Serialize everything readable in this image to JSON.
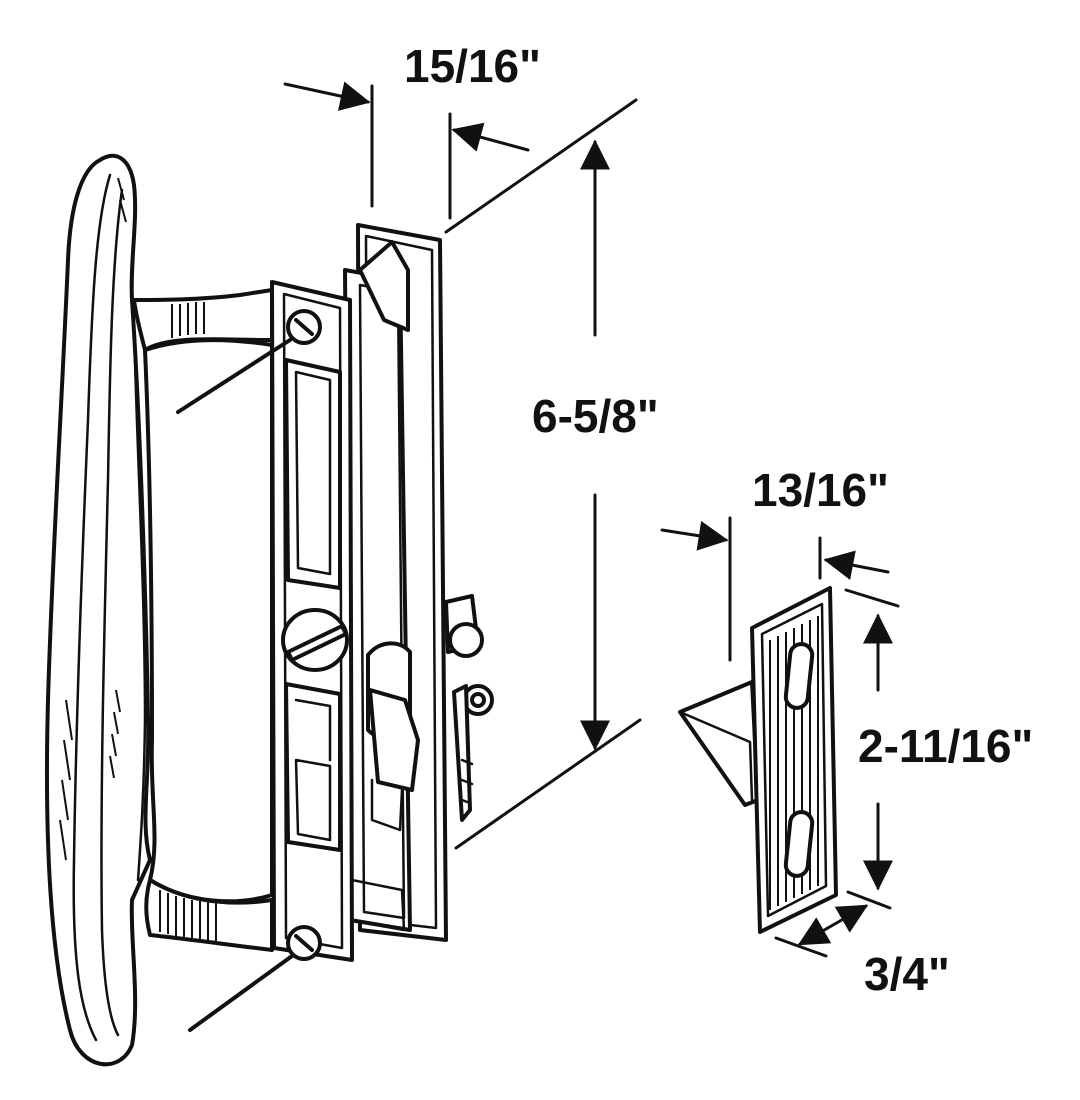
{
  "diagram": {
    "dimensions": {
      "body_depth": "15/16\"",
      "body_height": "6-5/8\"",
      "keeper_depth": "13/16\"",
      "keeper_height": "2-11/16\"",
      "keeper_width": "3/4\""
    },
    "colors": {
      "ink": "#111111",
      "background": "#ffffff"
    }
  }
}
